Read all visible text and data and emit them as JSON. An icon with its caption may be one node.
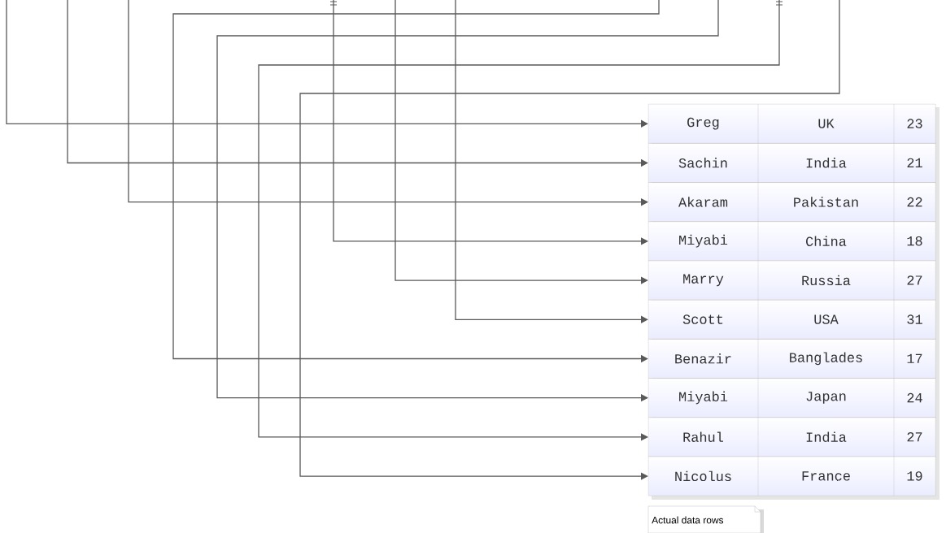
{
  "diagram": {
    "nodes": [
      {
        "text": [
          "Greg",
          "UK",
          "23"
        ]
      },
      {
        "text": [
          "Sachin",
          "India",
          "21"
        ]
      },
      {
        "text": [
          "Akaram",
          "Pakistan",
          "22"
        ]
      },
      {
        "text": [
          "Miyabi",
          "China",
          "18"
        ]
      },
      {
        "text": [
          "Marry",
          "Russia",
          "27"
        ]
      },
      {
        "text": [
          "Scott",
          "USA",
          "31"
        ]
      },
      {
        "text": [
          "Benazir",
          "Banglades",
          "17"
        ]
      },
      {
        "text": [
          "Miyabi",
          "Japan",
          "24"
        ]
      },
      {
        "text": [
          "Rahul",
          "India",
          "27"
        ]
      },
      {
        "text": [
          "Nicolus",
          "France",
          "19"
        ]
      },
      {
        "text": [
          "Actual data rows"
        ]
      }
    ],
    "edges": [
      {
        "from": null,
        "to": 0,
        "arrow": "to"
      },
      {
        "from": null,
        "to": 1,
        "arrow": "to"
      },
      {
        "from": null,
        "to": 2,
        "arrow": "to"
      },
      {
        "from": null,
        "to": 3,
        "arrow": "to"
      },
      {
        "from": null,
        "to": 4,
        "arrow": "to"
      },
      {
        "from": null,
        "to": 5,
        "arrow": "to"
      },
      {
        "from": null,
        "to": 6,
        "arrow": "to"
      },
      {
        "from": null,
        "to": 7,
        "arrow": "to"
      },
      {
        "from": null,
        "to": 8,
        "arrow": "to"
      },
      {
        "from": null,
        "to": 9,
        "arrow": "to"
      }
    ]
  }
}
